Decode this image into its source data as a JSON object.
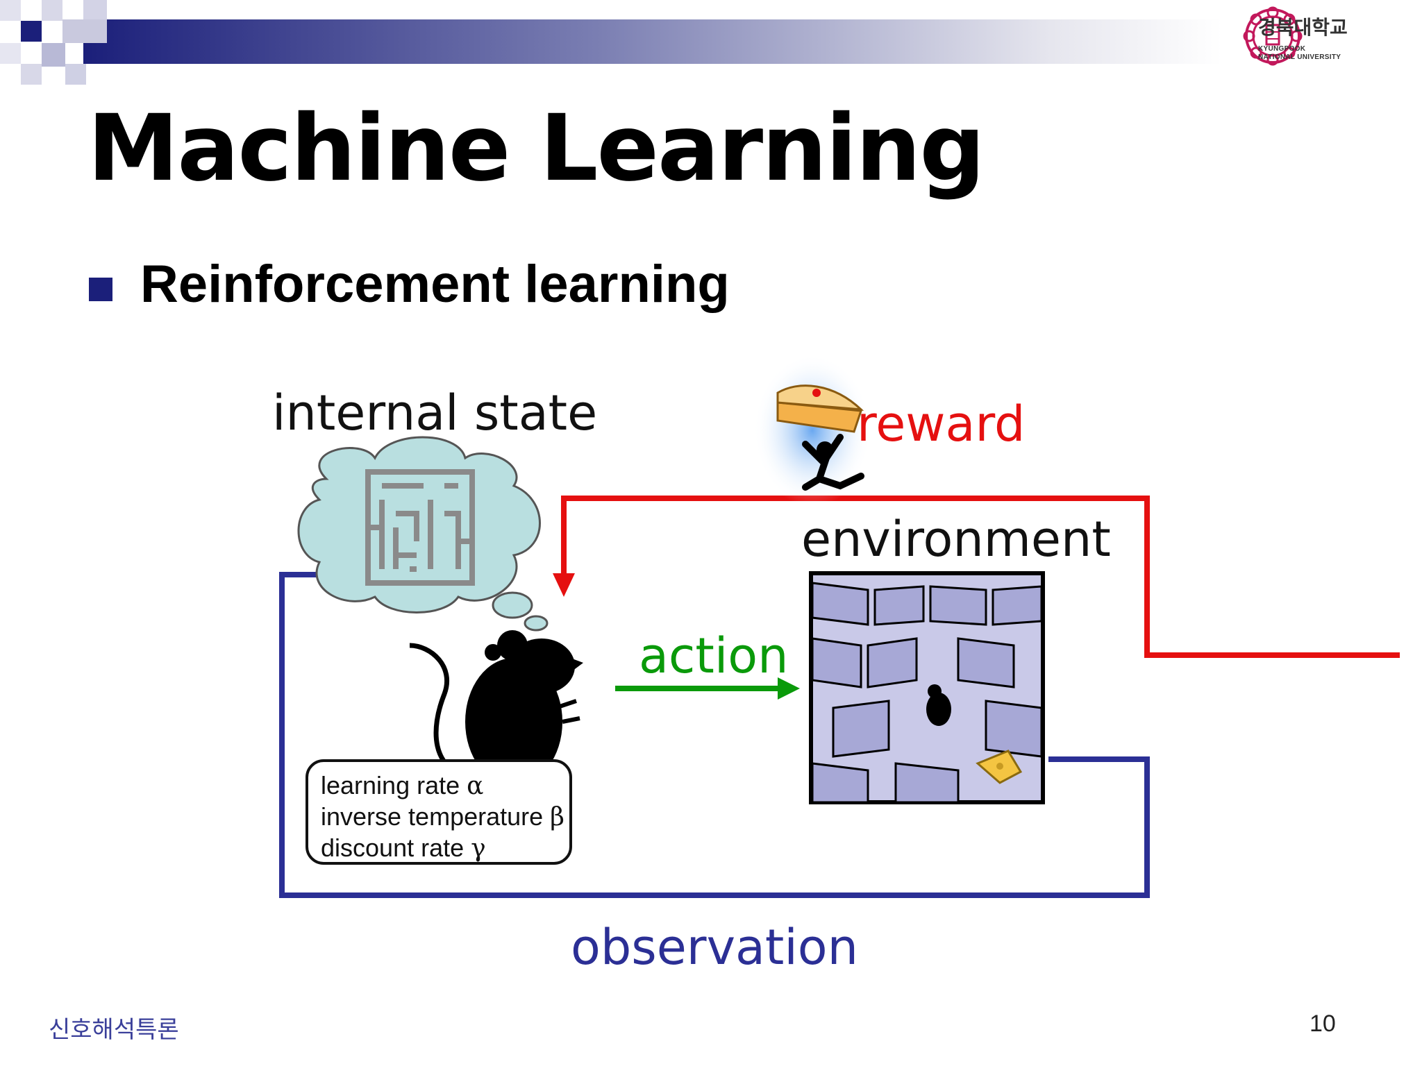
{
  "header": {
    "logo_name": "경북대학교",
    "logo_subtitle_line1": "KYUNGPOOK",
    "logo_subtitle_line2": "NATIONAL UNIVERSITY"
  },
  "slide": {
    "title": "Machine Learning",
    "bullet": "Reinforcement learning"
  },
  "diagram": {
    "internal_state_label": "internal state",
    "environment_label": "environment",
    "action_label": "action",
    "reward_label": "reward",
    "observation_label": "observation",
    "parameters": [
      {
        "text": "learning rate ",
        "symbol": "α"
      },
      {
        "text": "inverse temperature ",
        "symbol": "β"
      },
      {
        "text": "discount rate ",
        "symbol": "γ"
      }
    ],
    "colors": {
      "reward": "#e51010",
      "action": "#0a9a0a",
      "observation": "#2b2f95",
      "thought_cloud": "#b9dfe0"
    },
    "icons": [
      "thought-cloud-icon",
      "maze-icon",
      "rat-icon",
      "cake-runner-icon",
      "maze-3d-icon",
      "cheese-icon"
    ]
  },
  "footer": {
    "course": "신호해석특론",
    "page_number": "10"
  }
}
